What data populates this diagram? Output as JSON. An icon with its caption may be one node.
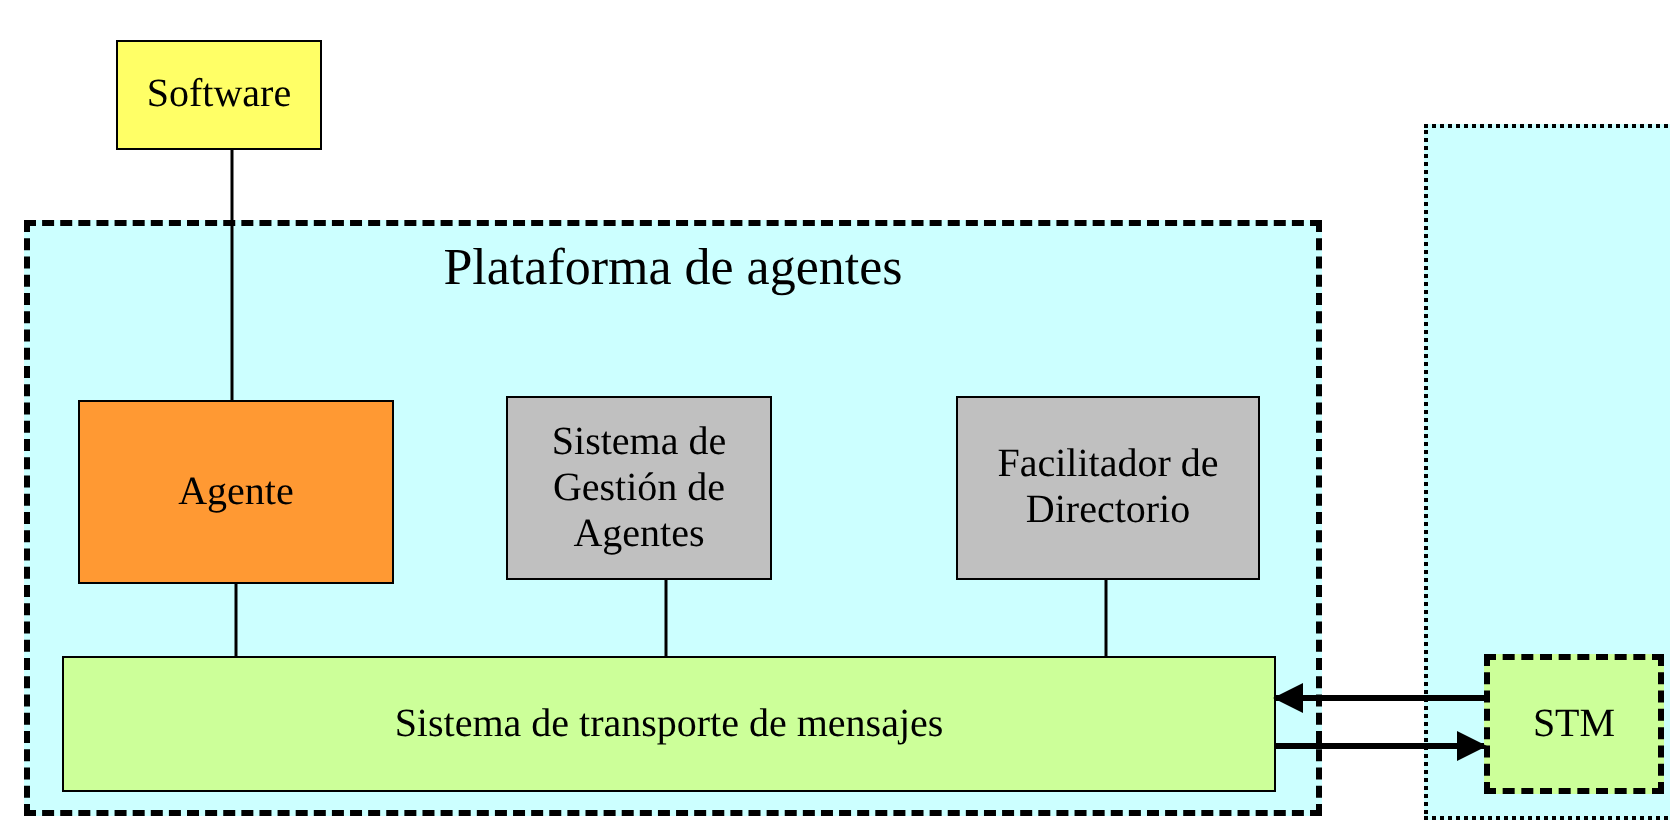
{
  "diagram": {
    "nodes": [
      {
        "text": [
          "Software"
        ]
      },
      {
        "text": [
          "Plataforma de agentes"
        ]
      },
      {
        "text": [
          "Agente"
        ],
        "in": 1
      },
      {
        "text": [
          "Sistema de Gestión de Agentes"
        ],
        "in": 1
      },
      {
        "text": [
          "Facilitador de Directorio"
        ],
        "in": 1
      },
      {
        "text": [
          "Sistema de transporte de mensajes"
        ],
        "in": 1
      },
      {
        "text": [],
        "shape": "box"
      },
      {
        "text": [
          "STM"
        ],
        "in": 6
      }
    ],
    "edges": [
      {
        "from": 0,
        "to": 2,
        "arrow": "none"
      },
      {
        "from": 2,
        "to": 5,
        "arrow": "none"
      },
      {
        "from": 3,
        "to": 5,
        "arrow": "none"
      },
      {
        "from": 4,
        "to": 5,
        "arrow": "none"
      },
      {
        "from": 7,
        "to": 5,
        "arrow": "to",
        "style": "thick"
      },
      {
        "from": 5,
        "to": 7,
        "arrow": "to",
        "style": "thick"
      }
    ]
  }
}
